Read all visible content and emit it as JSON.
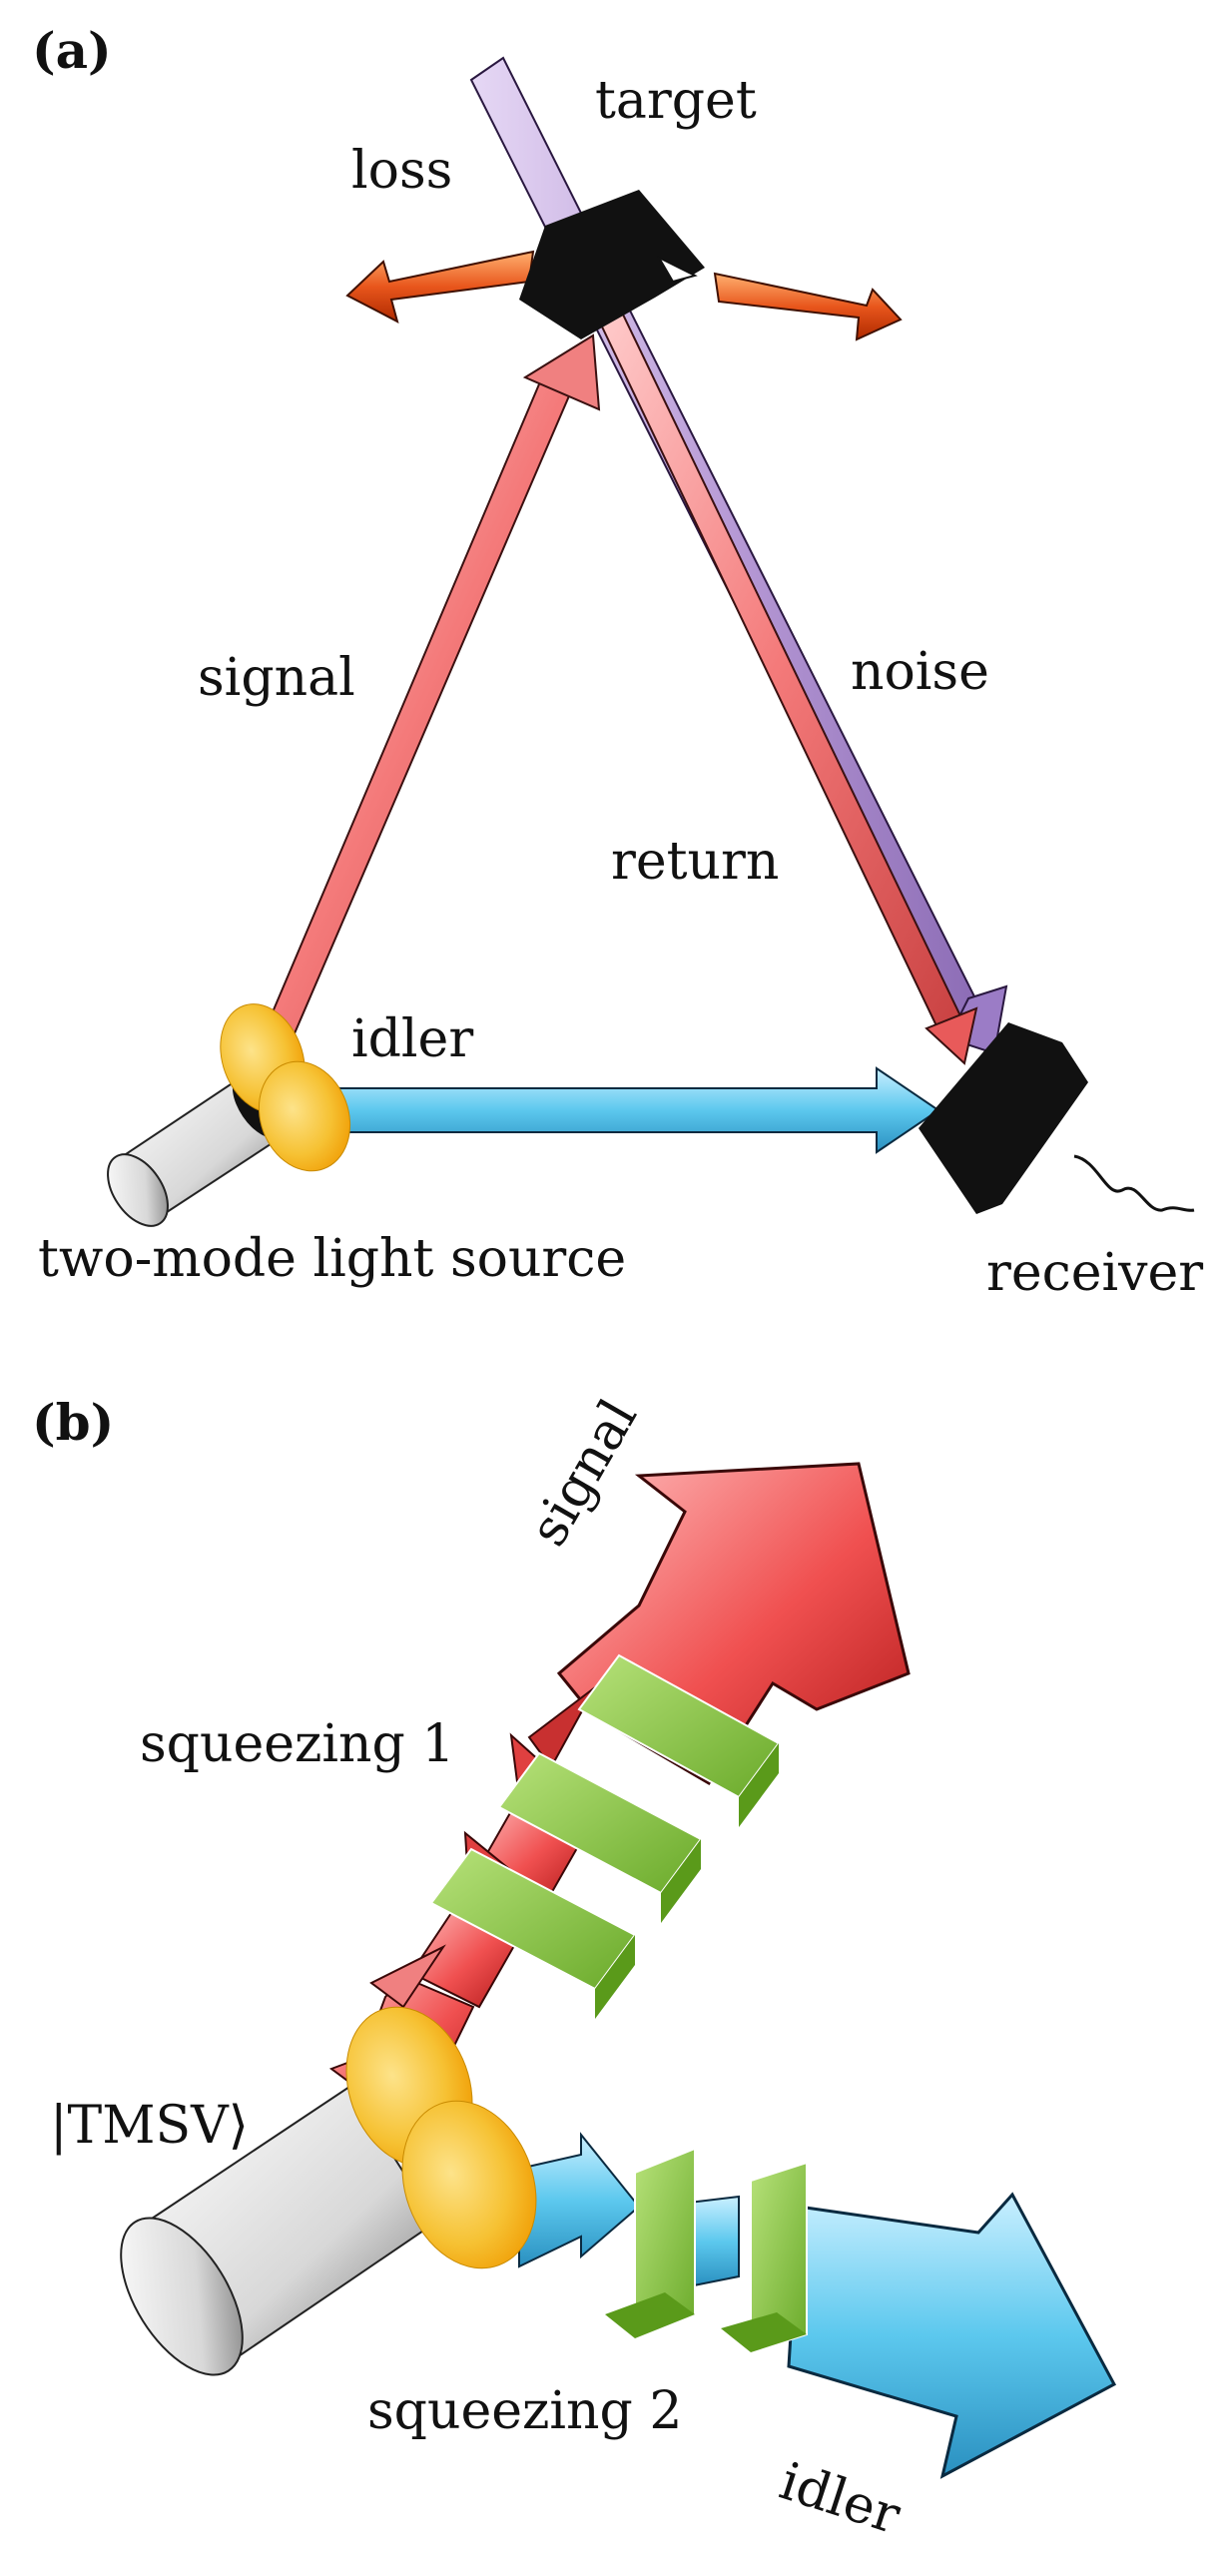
{
  "panel_a": {
    "tag": "(a)",
    "labels": {
      "target": "target",
      "loss": "loss",
      "signal": "signal",
      "noise": "noise",
      "return": "return",
      "idler": "idler",
      "source": "two-mode light source",
      "receiver": "receiver"
    }
  },
  "panel_b": {
    "tag": "(b)",
    "labels": {
      "signal": "signal",
      "squeezing_1": "squeezing 1",
      "tmsv": "|TMSV⟩",
      "squeezing_2": "squeezing 2",
      "idler": "idler"
    }
  },
  "colors": {
    "signal": "#f47a7a",
    "idler": "#5cc8ee",
    "noise": "#b79ad6",
    "loss": "#e8561c",
    "crystal": "#8fcc4a",
    "lens": "#f6c234",
    "dark": "#111111"
  }
}
